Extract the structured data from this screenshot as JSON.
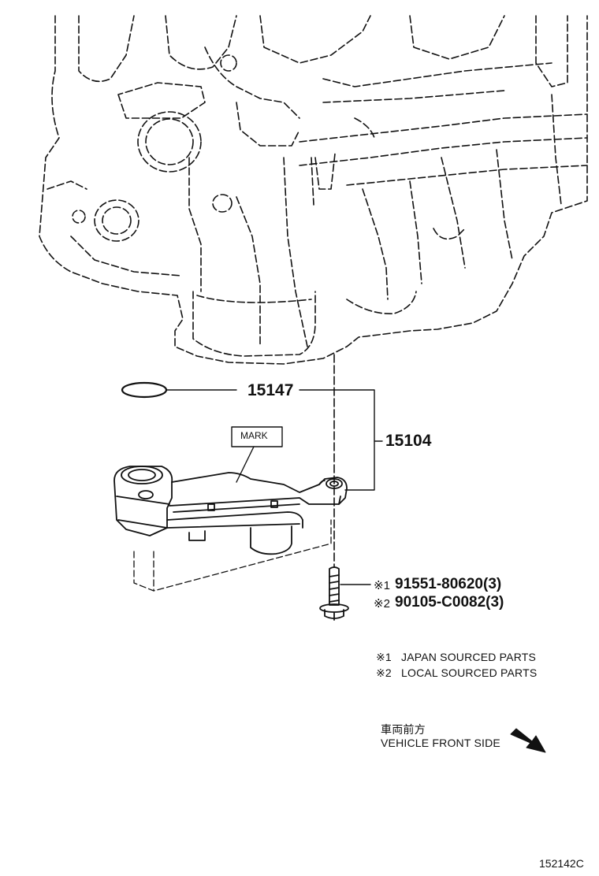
{
  "callouts": {
    "oring": "15147",
    "strainer": "15104",
    "mark": "MARK"
  },
  "bolt_parts": [
    {
      "marker": "※1",
      "part_no": "91551-80620(3)"
    },
    {
      "marker": "※2",
      "part_no": "90105-C0082(3)"
    }
  ],
  "legend": [
    {
      "marker": "※1",
      "text": "JAPAN SOURCED PARTS"
    },
    {
      "marker": "※2",
      "text": "LOCAL SOURCED PARTS"
    }
  ],
  "direction": {
    "jp": "車両前方",
    "en": "VEHICLE FRONT SIDE",
    "arrow_icon": "direction-arrow-icon"
  },
  "diagram_id": "152142C",
  "colors": {
    "line": "#111111",
    "background": "#ffffff"
  }
}
